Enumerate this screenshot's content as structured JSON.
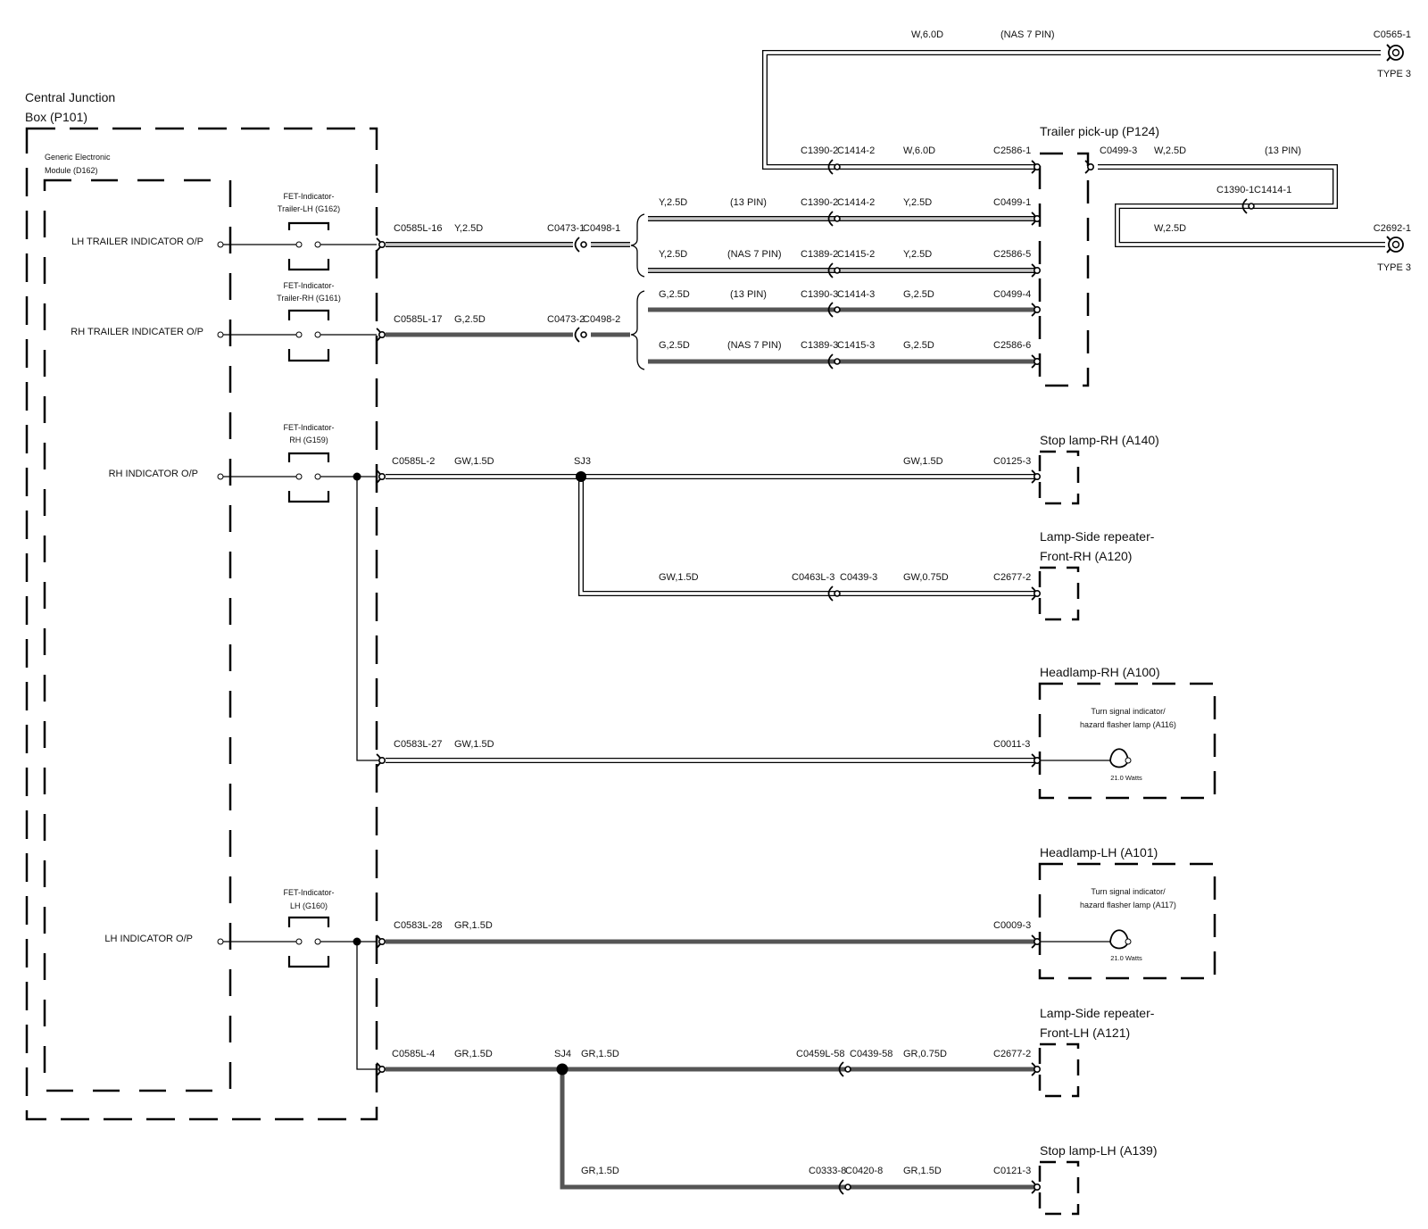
{
  "colors": {
    "wire_dark": "#555555",
    "wire_light": "#c8c8c8",
    "wire_white": "#ffffff",
    "ink": "#000000"
  },
  "central_box": {
    "title_line1": "Central Junction",
    "title_line2": "Box (P101)"
  },
  "gem": {
    "title_line1": "Generic Electronic",
    "title_line2": "Module (D162)"
  },
  "outputs": {
    "lh_trailer": "LH TRAILER INDICATOR O/P",
    "rh_trailer": "RH TRAILER INDICATER O/P",
    "rh_ind": "RH INDICATOR O/P",
    "lh_ind": "LH INDICATOR O/P"
  },
  "fets": {
    "g162": {
      "line1": "FET-Indicator-",
      "line2": "Trailer-LH (G162)"
    },
    "g161": {
      "line1": "FET-Indicator-",
      "line2": "Trailer-RH (G161)"
    },
    "g159": {
      "line1": "FET-Indicator-",
      "line2": "RH (G159)"
    },
    "g160": {
      "line1": "FET-Indicator-",
      "line2": "LH (G160)"
    }
  },
  "components": {
    "trailer": "Trailer pick-up (P124)",
    "stop_rh": "Stop lamp-RH (A140)",
    "rep_rh_1": "Lamp-Side repeater-",
    "rep_rh_2": "Front-RH (A120)",
    "head_rh": "Headlamp-RH (A100)",
    "head_lh": "Headlamp-LH (A101)",
    "rep_lh_1": "Lamp-Side repeater-",
    "rep_lh_2": "Front-LH (A121)",
    "stop_lh": "Stop lamp-LH (A139)",
    "bulb_rh_1": "Turn signal indicator/",
    "bulb_rh_2": "hazard flasher lamp (A116)",
    "bulb_rh_w": "21.0 Watts",
    "bulb_lh_1": "Turn signal indicator/",
    "bulb_lh_2": "hazard flasher lamp (A117)",
    "bulb_lh_w": "21.0 Watts",
    "type3_top": "TYPE 3",
    "type3_mid": "TYPE 3"
  },
  "labels": {
    "w6_top": "W,6.0D",
    "nas_top": "(NAS 7 PIN)",
    "c0565": "C0565-1",
    "c1390_2a": "C1390-2",
    "c1414_2a": "C1414-2",
    "w6_mid": "W,6.0D",
    "c2586_1": "C2586-1",
    "c0499_3": "C0499-3",
    "w25_a": "W,2.5D",
    "pin13_a": "(13 PIN)",
    "c1390_1": "C1390-1",
    "c1414_1": "C1414-1",
    "w25_b": "W,2.5D",
    "c2692": "C2692-1",
    "c0585l16": "C0585L-16",
    "y25_a": "Y,2.5D",
    "c0473_1": "C0473-1",
    "c0498_1": "C0498-1",
    "c0585l17": "C0585L-17",
    "g25_a": "G,2.5D",
    "c0473_2": "C0473-2",
    "c0498_2": "C0498-2",
    "t1_a": "Y,2.5D",
    "t1_b": "(13 PIN)",
    "t1_c": "C1390-2",
    "t1_d": "C1414-2",
    "t1_e": "Y,2.5D",
    "t1_f": "C0499-1",
    "t2_a": "Y,2.5D",
    "t2_b": "(NAS 7 PIN)",
    "t2_c": "C1389-2",
    "t2_d": "C1415-2",
    "t2_e": "Y,2.5D",
    "t2_f": "C2586-5",
    "t3_a": "G,2.5D",
    "t3_b": "(13 PIN)",
    "t3_c": "C1390-3",
    "t3_d": "C1414-3",
    "t3_e": "G,2.5D",
    "t3_f": "C0499-4",
    "t4_a": "G,2.5D",
    "t4_b": "(NAS 7 PIN)",
    "t4_c": "C1389-3",
    "t4_d": "C1415-3",
    "t4_e": "G,2.5D",
    "t4_f": "C2586-6",
    "c0585l2": "C0585L-2",
    "gw15_a": "GW,1.5D",
    "sj3": "SJ3",
    "gw15_b": "GW,1.5D",
    "c0125": "C0125-3",
    "gw15_c": "GW,1.5D",
    "c0463l": "C0463L-3",
    "c0439_3": "C0439-3",
    "gw075": "GW,0.75D",
    "c2677_a": "C2677-2",
    "c0583l27": "C0583L-27",
    "gw15_d": "GW,1.5D",
    "c0011": "C0011-3",
    "c0583l28": "C0583L-28",
    "gr15_a": "GR,1.5D",
    "c0009": "C0009-3",
    "c0585l4": "C0585L-4",
    "gr15_b": "GR,1.5D",
    "sj4": "SJ4",
    "gr15_c": "GR,1.5D",
    "c0459l": "C0459L-58",
    "c0439_58": "C0439-58",
    "gr075": "GR,0.75D",
    "c2677_b": "C2677-2",
    "gr15_d": "GR,1.5D",
    "c0333": "C0333-8",
    "c0420": "C0420-8",
    "gr15_e": "GR,1.5D",
    "c0121": "C0121-3"
  }
}
